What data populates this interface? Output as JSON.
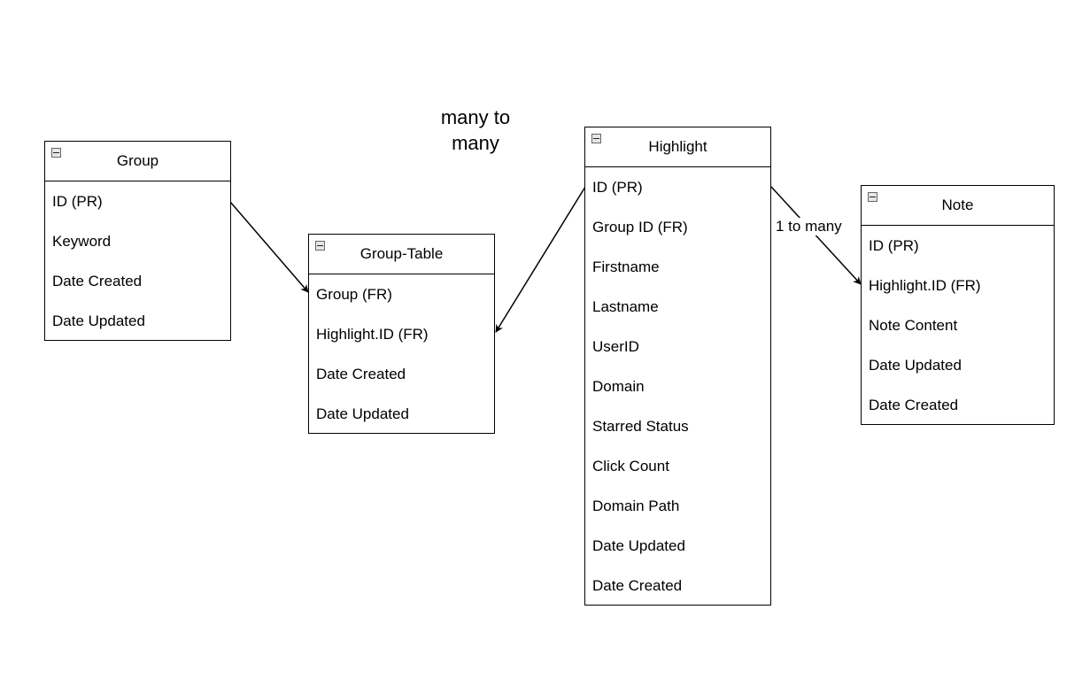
{
  "entities": {
    "group": {
      "title": "Group",
      "fields": [
        "ID (PR)",
        "Keyword",
        "Date Created",
        "Date Updated"
      ]
    },
    "group_table": {
      "title": "Group-Table",
      "fields": [
        "Group (FR)",
        "Highlight.ID (FR)",
        "Date Created",
        "Date Updated"
      ]
    },
    "highlight": {
      "title": "Highlight",
      "fields": [
        "ID (PR)",
        "Group ID (FR)",
        "Firstname",
        "Lastname",
        "UserID",
        "Domain",
        "Starred Status",
        "Click Count",
        "Domain Path",
        "Date Updated",
        "Date Created"
      ]
    },
    "note": {
      "title": "Note",
      "fields": [
        "ID (PR)",
        "Highlight.ID (FR)",
        "Note Content",
        "Date Updated",
        "Date Created"
      ]
    }
  },
  "relations": {
    "many_to_many_line1": "many to",
    "many_to_many_line2": "many",
    "one_to_many": "1 to many"
  }
}
